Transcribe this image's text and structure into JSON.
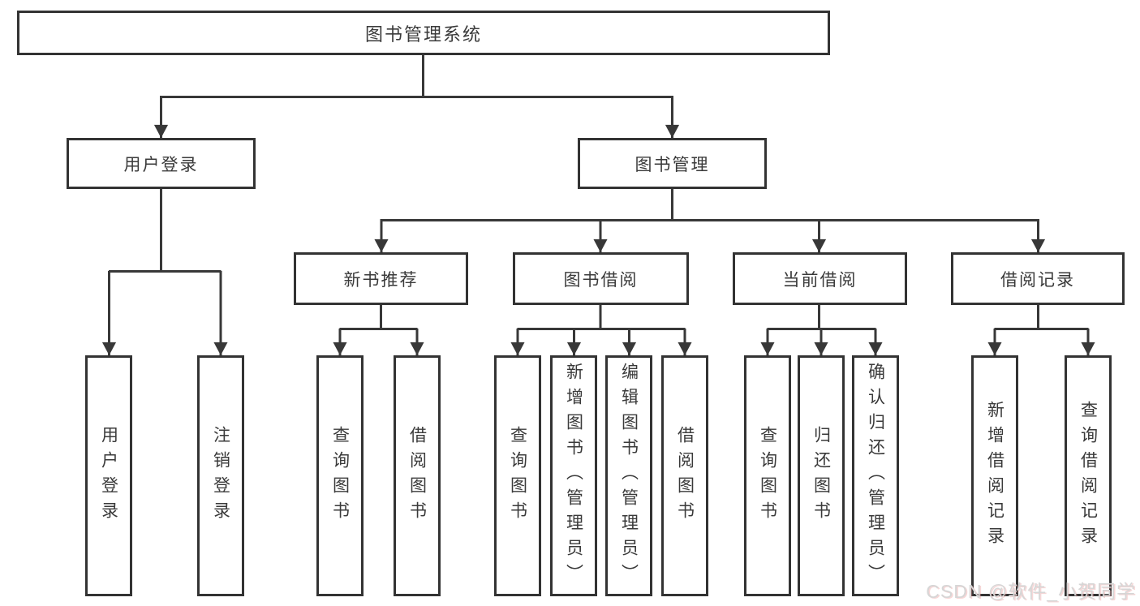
{
  "diagram": {
    "root": {
      "label": "图书管理系统"
    },
    "level2": [
      {
        "label": "用户登录"
      },
      {
        "label": "图书管理"
      }
    ],
    "level3": [
      {
        "label": "新书推荐"
      },
      {
        "label": "图书借阅"
      },
      {
        "label": "当前借阅"
      },
      {
        "label": "借阅记录"
      }
    ],
    "leaves": [
      {
        "label": "用户登录"
      },
      {
        "label": "注销登录"
      },
      {
        "label": "查询图书"
      },
      {
        "label": "借阅图书"
      },
      {
        "label": "查询图书"
      },
      {
        "label": "新增图书（管理员）"
      },
      {
        "label": "编辑图书（管理员）"
      },
      {
        "label": "借阅图书"
      },
      {
        "label": "查询图书"
      },
      {
        "label": "归还图书"
      },
      {
        "label": "确认归还（管理员）"
      },
      {
        "label": "新增借阅记录"
      },
      {
        "label": "查询借阅记录"
      }
    ]
  },
  "watermark": {
    "text": "CSDN @软件_小贺同学"
  },
  "colors": {
    "line": "#383838",
    "border": "#333333",
    "text": "#3a3a3a",
    "background": "#ffffff",
    "watermark": "#d6d6d6"
  }
}
